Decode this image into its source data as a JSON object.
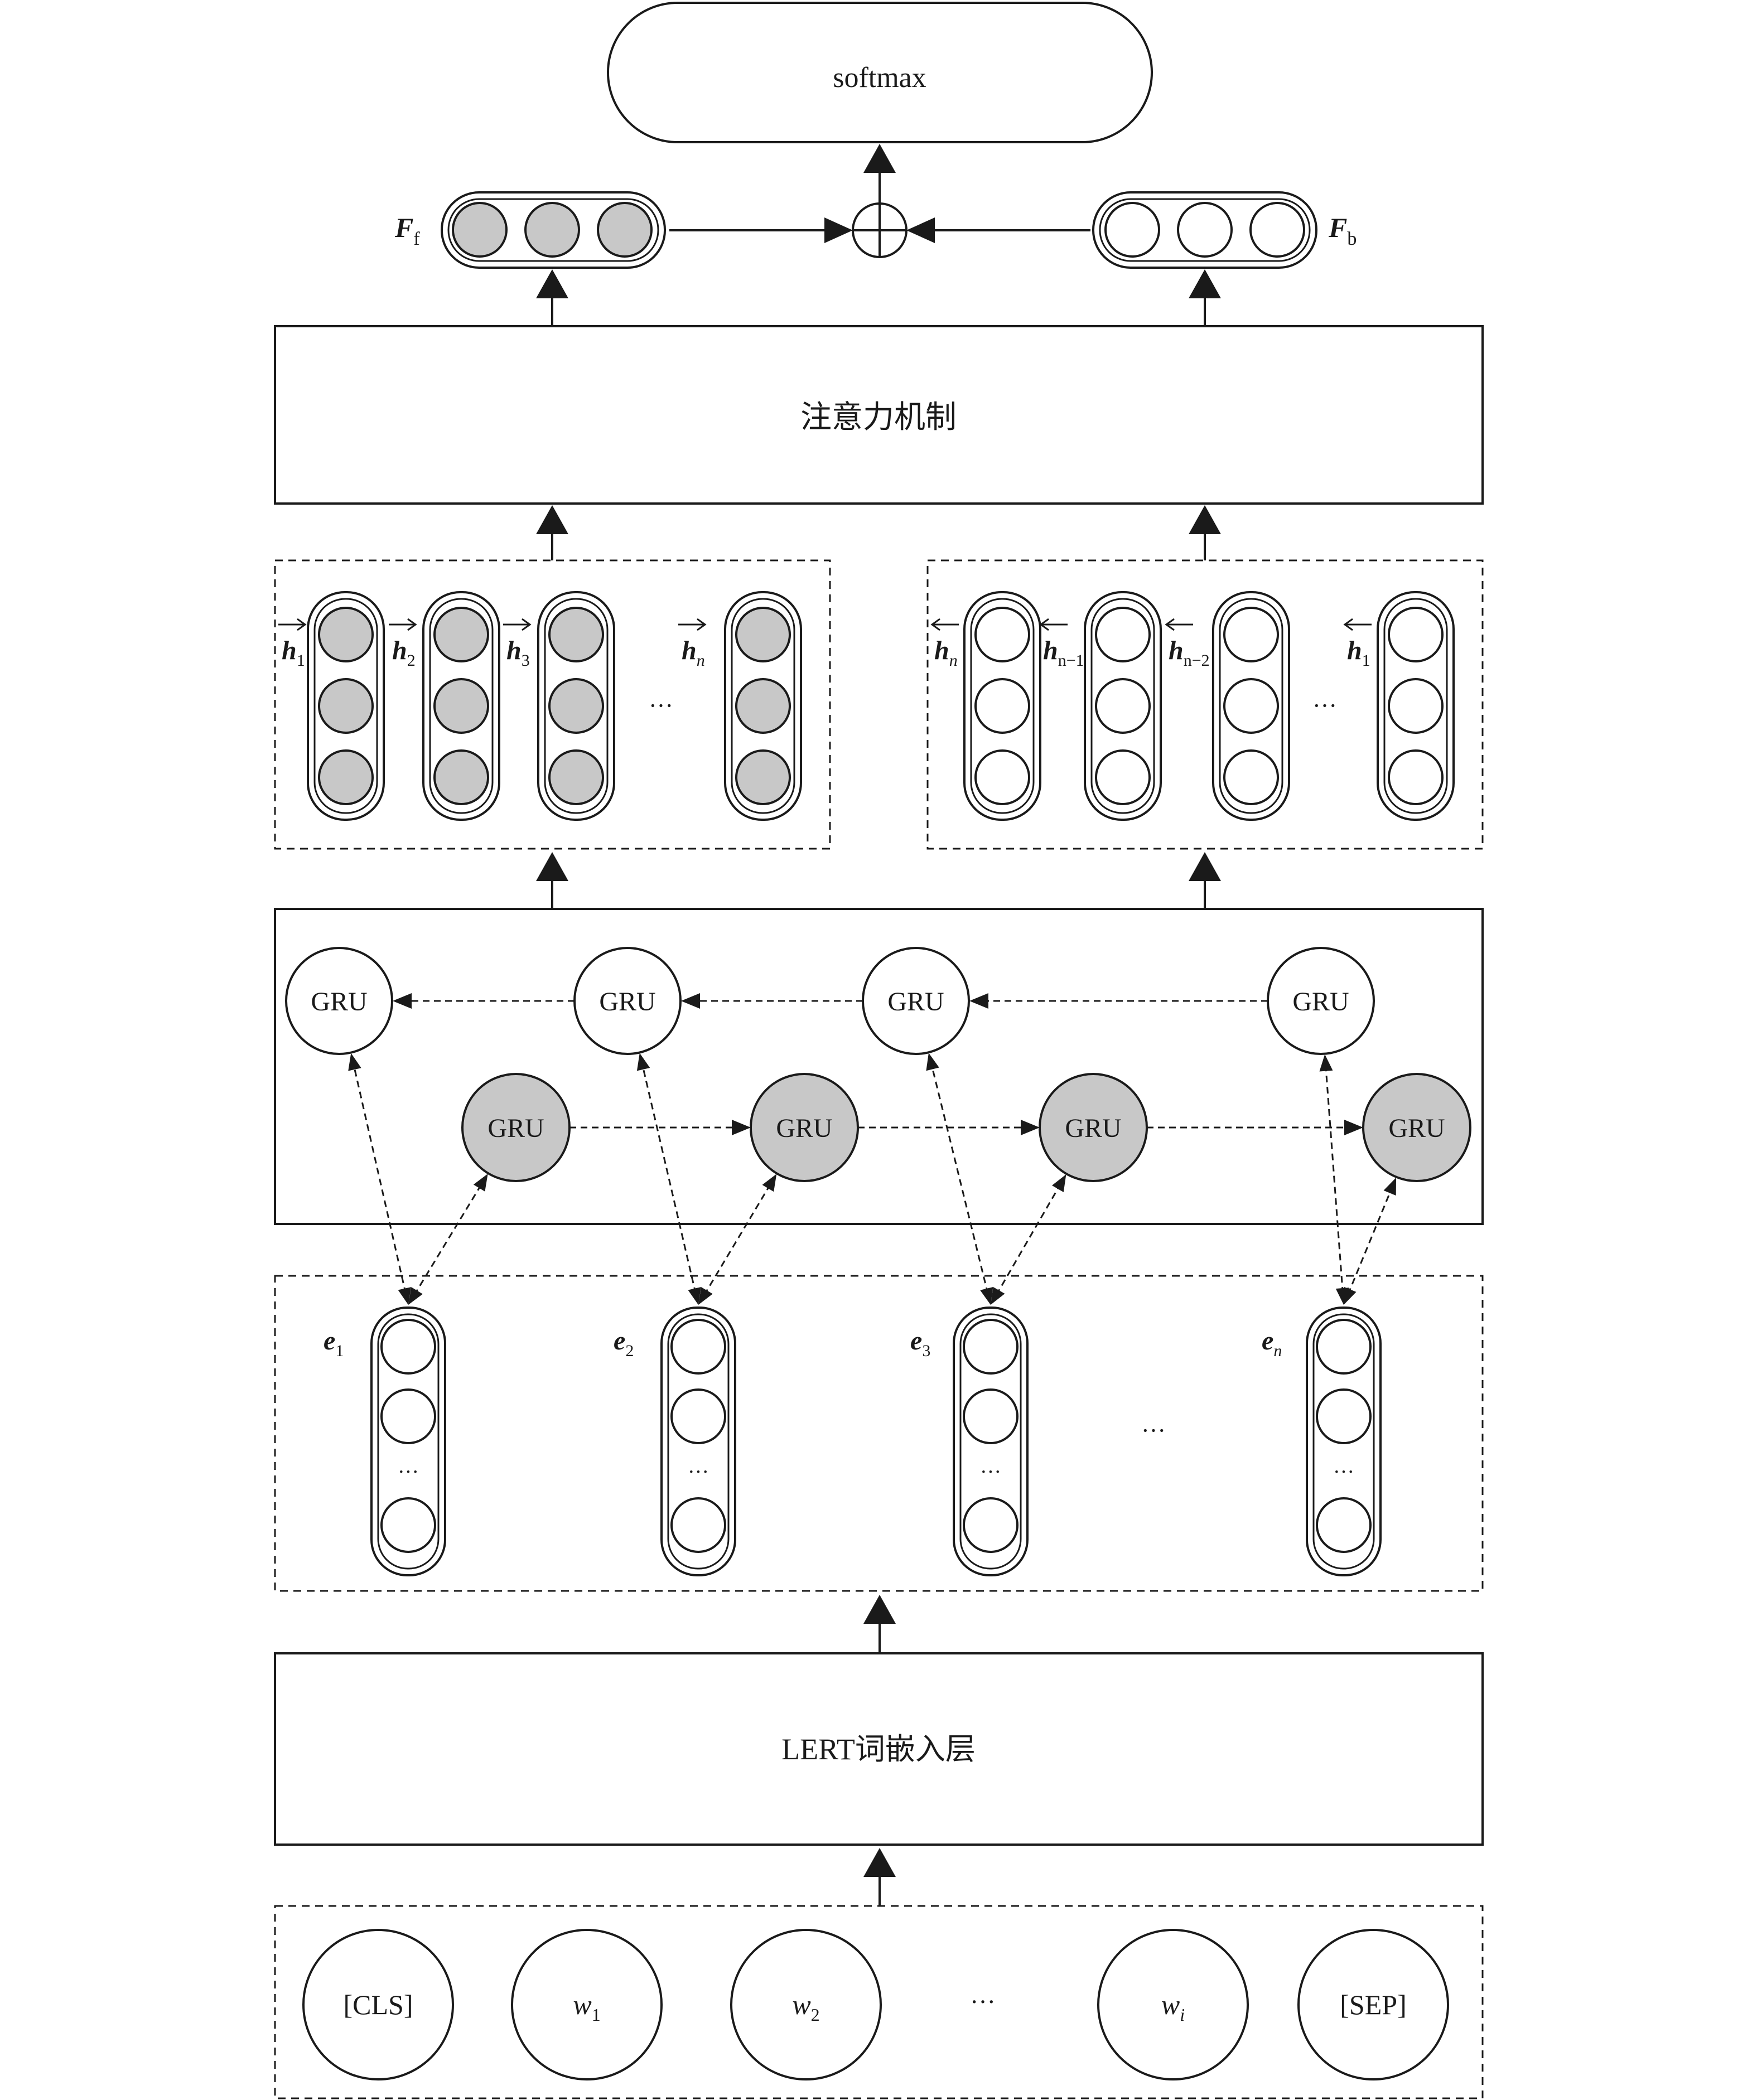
{
  "output": {
    "label": "softmax"
  },
  "features": {
    "forward_label": "F",
    "forward_sub": "f",
    "backward_label": "F",
    "backward_sub": "b"
  },
  "attention": {
    "label": "注意力机制"
  },
  "hidden_forward": [
    {
      "label": "h",
      "sub": "1"
    },
    {
      "label": "h",
      "sub": "2"
    },
    {
      "label": "h",
      "sub": "3"
    },
    {
      "label": "h",
      "sub": "n"
    }
  ],
  "hidden_backward": [
    {
      "label": "h",
      "sub": "n"
    },
    {
      "label": "h",
      "sub": "n−1"
    },
    {
      "label": "h",
      "sub": "n−2"
    },
    {
      "label": "h",
      "sub": "1"
    }
  ],
  "ellipsis": "···",
  "gru_label": "GRU",
  "embeddings": [
    {
      "label": "e",
      "sub": "1"
    },
    {
      "label": "e",
      "sub": "2"
    },
    {
      "label": "e",
      "sub": "3"
    },
    {
      "label": "e",
      "sub": "n"
    }
  ],
  "embedding_layer": {
    "label": "LERT词嵌入层"
  },
  "tokens": [
    {
      "text": "[CLS]",
      "italic": false,
      "sub": ""
    },
    {
      "text": "w",
      "italic": true,
      "sub": "1"
    },
    {
      "text": "w",
      "italic": true,
      "sub": "2"
    },
    {
      "text": "w",
      "italic": true,
      "sub": "i"
    },
    {
      "text": "[SEP]",
      "italic": false,
      "sub": ""
    }
  ],
  "colors": {
    "forward_fill": "#c8c8c8",
    "backward_fill": "#ffffff",
    "stroke": "#1a1a1a"
  }
}
